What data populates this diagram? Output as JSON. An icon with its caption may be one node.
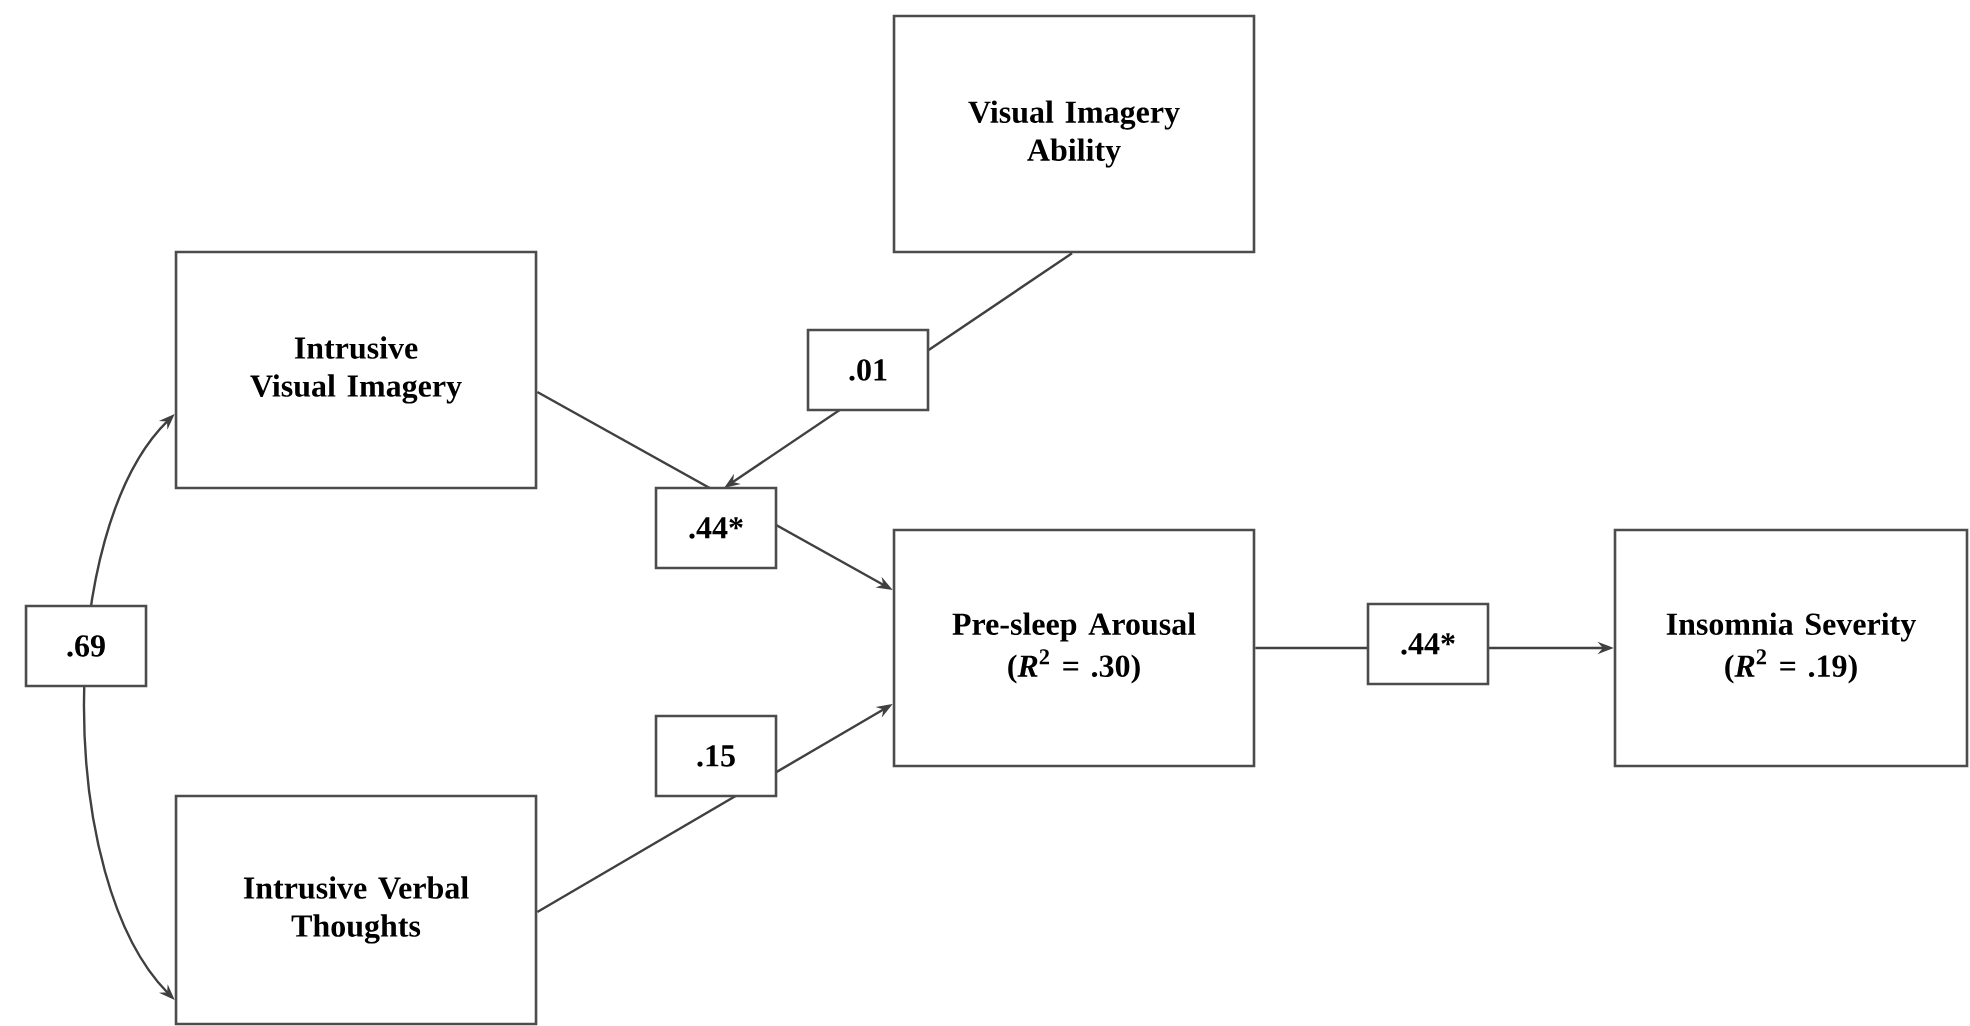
{
  "diagram": {
    "nodes": [
      {
        "text": [
          "Visual Imagery Ability"
        ]
      },
      {
        "text": [
          "Intrusive Visual Imagery"
        ]
      },
      {
        "text": [
          "Pre-sleep Arousal",
          "(*R*$^{2}$ = .30)"
        ]
      },
      {
        "text": [
          "Insomnia Severity",
          "(*R*$^{2}$ = .19)"
        ]
      },
      {
        "text": [
          "Intrusive Verbal Thoughts"
        ]
      }
    ],
    "edges": [
      {
        "from": 1,
        "to": 2,
        "arrow": "to",
        "label": ".44*"
      },
      {
        "from": 4,
        "to": 2,
        "arrow": "to",
        "label": ".15"
      },
      {
        "from": 2,
        "to": 3,
        "arrow": "to",
        "label": ".44*"
      },
      {
        "from": 0,
        "to": null,
        "arrow": "to",
        "label": ".01"
      },
      {
        "from": 1,
        "to": 4,
        "arrow": "both",
        "label": ".69"
      }
    ]
  }
}
